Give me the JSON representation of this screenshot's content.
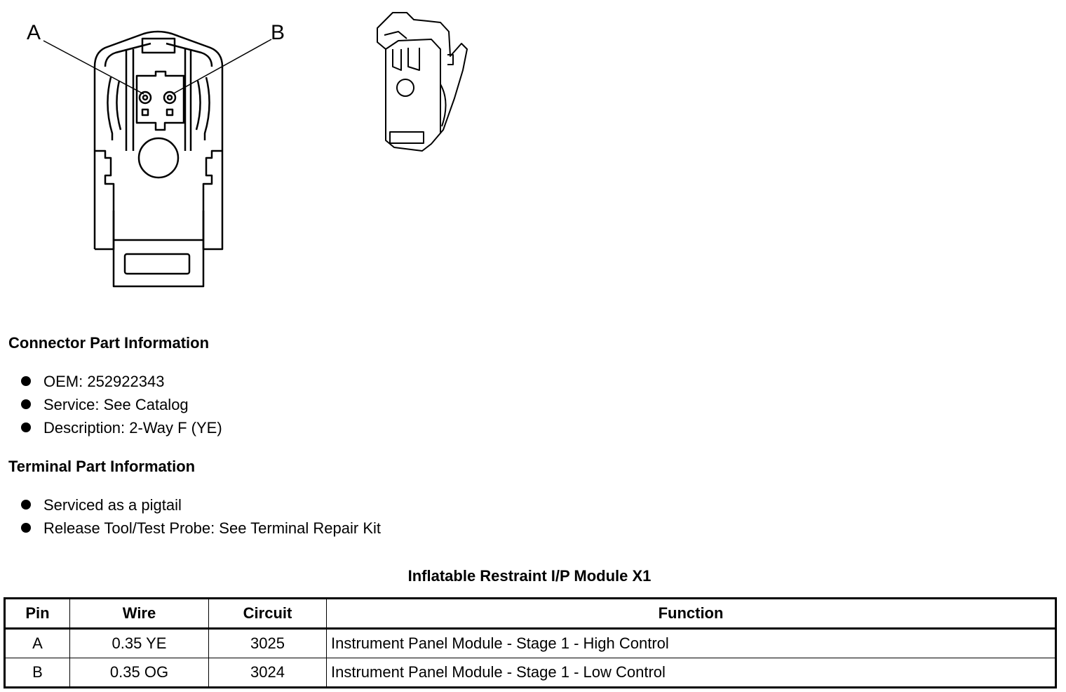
{
  "diagram": {
    "callout_a": "A",
    "callout_b": "B"
  },
  "connector_info": {
    "heading": "Connector Part Information",
    "items": [
      "OEM: 252922343",
      "Service: See Catalog",
      "Description: 2-Way F (YE)"
    ]
  },
  "terminal_info": {
    "heading": "Terminal Part Information",
    "items": [
      "Serviced as a pigtail",
      "Release Tool/Test Probe: See Terminal Repair Kit"
    ]
  },
  "pin_table": {
    "title": "Inflatable Restraint I/P Module X1",
    "headers": [
      "Pin",
      "Wire",
      "Circuit",
      "Function"
    ],
    "rows": [
      [
        "A",
        "0.35 YE",
        "3025",
        "Instrument Panel Module - Stage 1 - High Control"
      ],
      [
        "B",
        "0.35 OG",
        "3024",
        "Instrument Panel Module - Stage 1 - Low Control"
      ]
    ]
  }
}
